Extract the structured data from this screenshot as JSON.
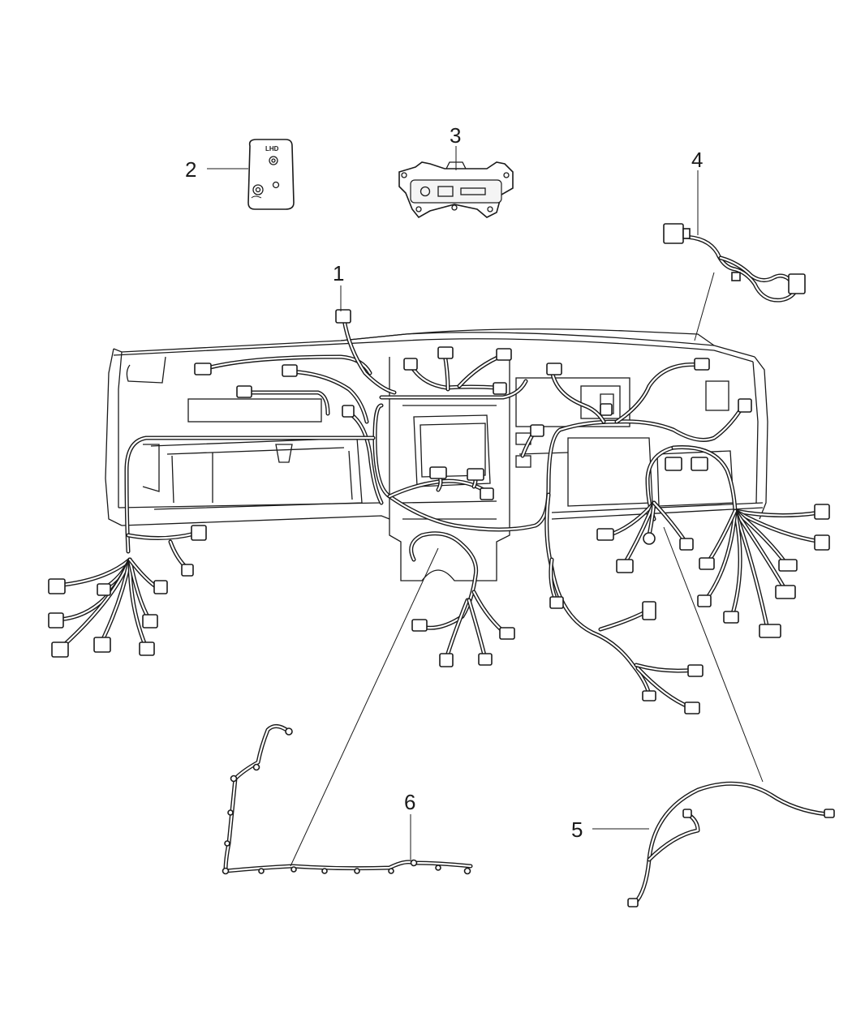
{
  "diagram": {
    "callouts": [
      {
        "id": "1",
        "label": "1"
      },
      {
        "id": "2",
        "label": "2"
      },
      {
        "id": "3",
        "label": "3"
      },
      {
        "id": "4",
        "label": "4"
      },
      {
        "id": "5",
        "label": "5"
      },
      {
        "id": "6",
        "label": "6"
      }
    ],
    "bracket_label": "LHD"
  }
}
